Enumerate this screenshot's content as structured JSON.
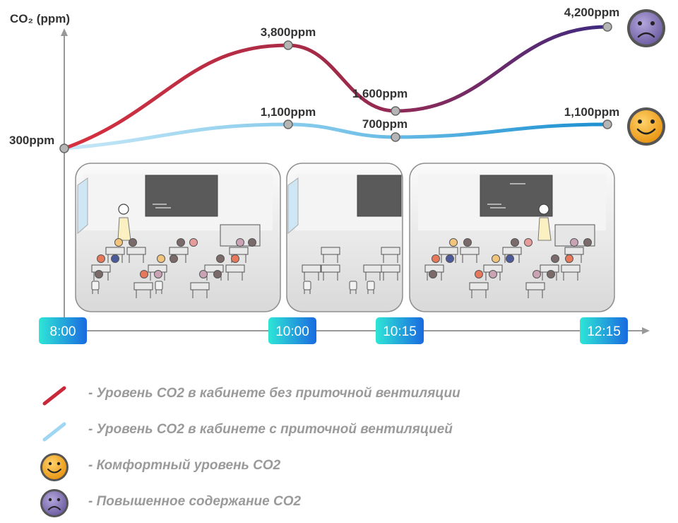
{
  "chart_data": {
    "type": "line",
    "ylabel": "CO₂ (ppm)",
    "x": [
      "8:00",
      "10:00",
      "10:15",
      "12:15"
    ],
    "series": [
      {
        "name": "- Уровень CO2 в кабинете без приточной вентиляции",
        "values": [
          300,
          3800,
          1600,
          4200
        ],
        "labels": [
          "300ppm",
          "3,800ppm",
          "1,600ppm",
          "4,200ppm"
        ]
      },
      {
        "name": "- Уровень CO2 в кабинете с приточной вентиляцией",
        "values": [
          300,
          1100,
          700,
          1100
        ],
        "labels": [
          "300ppm",
          "1,100ppm",
          "700ppm",
          "1,100ppm"
        ]
      }
    ],
    "grid": false
  },
  "legend": {
    "no_vent": "- Уровень CO2 в кабинете без приточной вентиляции",
    "with_vent": "- Уровень CO2 в кабинете с приточной вентиляцией",
    "comfort": "- Комфортный уровень CO2",
    "high": "- Повышенное содержание CO2"
  },
  "colors": {
    "no_vent_start": "#d8303f",
    "no_vent_mid": "#8a2a5a",
    "no_vent_end": "#3d2a80",
    "with_vent_start": "#b8e1f5",
    "with_vent_end": "#1a8fd0",
    "time_badge_start": "#2ee6d6",
    "time_badge_end": "#1a6ae0",
    "happy_face": "#f2a81f",
    "sad_face": "#8978b8"
  },
  "icons": {
    "happy": "smiley-happy-icon",
    "sad": "smiley-sad-icon",
    "classroom": "classroom-illustration"
  }
}
